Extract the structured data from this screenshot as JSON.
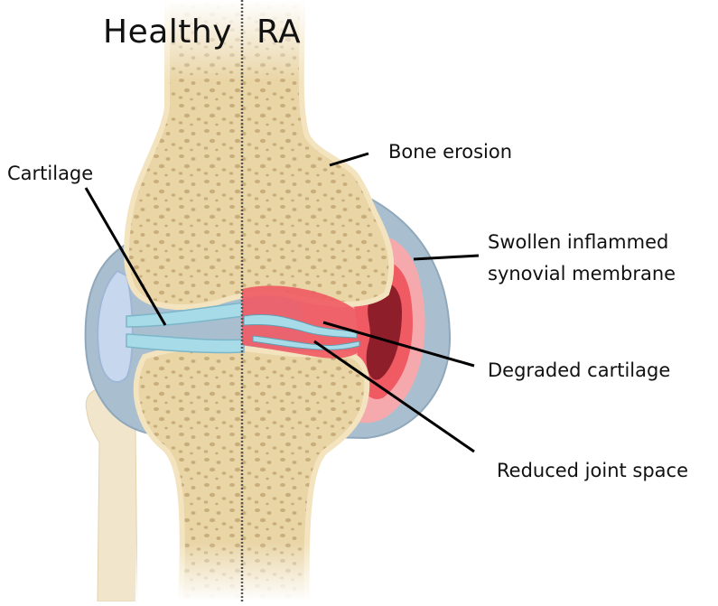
{
  "sides": {
    "left": "Healthy",
    "right": "RA"
  },
  "labels": {
    "cartilage": "Cartilage",
    "bone_erosion": "Bone erosion",
    "swollen_line1": "Swollen inflammed",
    "swollen_line2": "synovial membrane",
    "degraded_cartilage": "Degraded cartilage",
    "reduced_joint_space": "Reduced joint space"
  },
  "colors": {
    "bone": "#f3e4bf",
    "bone_spots": "#c9ae7b",
    "capsule": "#a9bfcf",
    "synovial_fluid_healthy": "#c7d8ee",
    "cartilage": "#a8dbe8",
    "inflammation": "#ef5a63",
    "inflammation_light": "#f6a9ad",
    "inflammation_dark": "#8e1e2a",
    "leader_line": "#000000",
    "divider": "#555555"
  }
}
